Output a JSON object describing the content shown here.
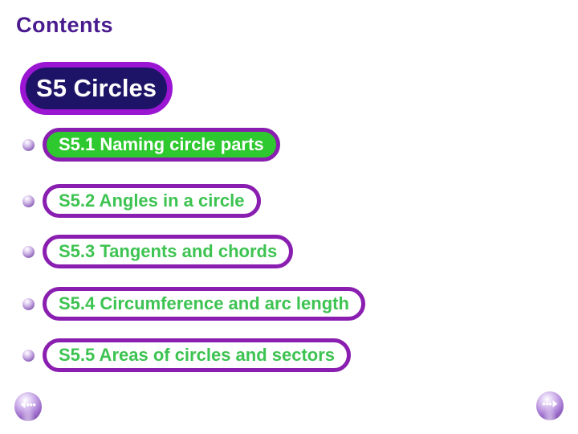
{
  "page": {
    "title": "Contents"
  },
  "unit_button": {
    "label": "S5 Circles"
  },
  "toc": {
    "items": [
      {
        "label": "S5.1 Naming circle parts",
        "selected": true
      },
      {
        "label": "S5.2 Angles in a circle",
        "selected": false
      },
      {
        "label": "S5.3 Tangents and chords",
        "selected": false
      },
      {
        "label": "S5.4 Circumference and arc length",
        "selected": false
      },
      {
        "label": "S5.5 Areas of circles and sectors",
        "selected": false
      }
    ]
  },
  "nav": {
    "back_icon": "sphere-arrow-left-dots",
    "forward_icon": "sphere-dots-arrow-right"
  },
  "colors": {
    "title_purple": "#4a1b8f",
    "pill_border_purple": "#8a1eb0",
    "button_border_purple": "#9a16d2",
    "button_navy": "#1e1467",
    "selected_green": "#2ec82f",
    "link_green": "#3dc351"
  }
}
